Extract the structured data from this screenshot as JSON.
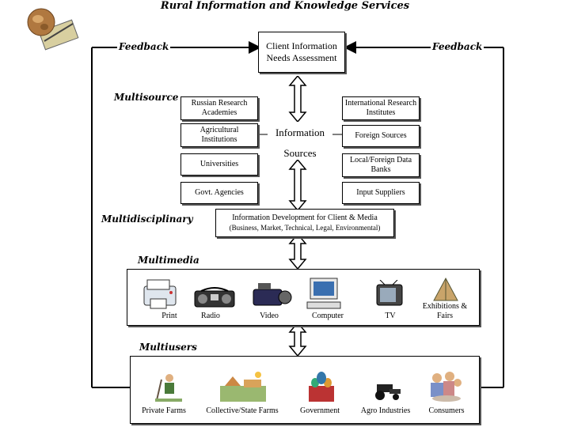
{
  "title": "Rural Information and Knowledge Services",
  "client_box": "Client Information Needs Assessment",
  "feedback_left": "Feedback",
  "feedback_right": "Feedback",
  "multisource": "Multisource",
  "sources_left": [
    "Russian Research Academies",
    "Agricultural Institutions",
    "Universities",
    "Govt. Agencies"
  ],
  "sources_right": [
    "International Research Institutes",
    "Foreign Sources",
    "Local/Foreign Data Banks",
    "Input Suppliers"
  ],
  "info_sources_line1": "Information",
  "info_sources_line2": "Sources",
  "multidisciplinary": "Multidisciplinary",
  "info_dev_line1": "Information Development for Client & Media",
  "info_dev_line2": "(Business, Market, Technical, Legal, Environmental)",
  "multimedia": "Multimedia",
  "media": [
    "Print",
    "Radio",
    "Video",
    "Computer",
    "TV",
    "Exhibitions & Fairs"
  ],
  "multiusers": "Multiusers",
  "users": [
    "Private Farms",
    "Collective/State Farms",
    "Government",
    "Agro Industries",
    "Consumers"
  ]
}
